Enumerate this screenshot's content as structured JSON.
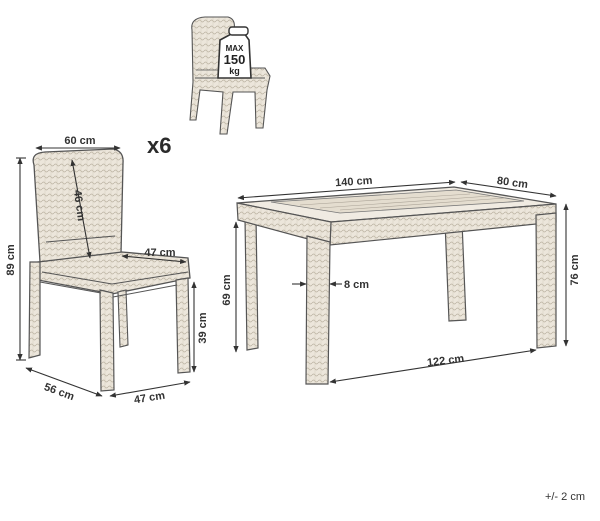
{
  "colors": {
    "outline": "#555555",
    "rattan": "#e9e3d8",
    "rattan_dark": "#cfc6b6",
    "dimension": "#333333"
  },
  "badge": {
    "line1": "MAX",
    "line2": "150",
    "line3": "kg"
  },
  "quantity": "x6",
  "chair_dims": {
    "top_width": "60 cm",
    "backrest_height": "46 cm",
    "total_height": "89 cm",
    "seat_depth": "47 cm",
    "seat_height": "39 cm",
    "base_depth": "56 cm",
    "base_width": "47 cm"
  },
  "table_dims": {
    "length": "140 cm",
    "width": "80 cm",
    "height": "76 cm",
    "leg_height": "69 cm",
    "leg_width": "8 cm",
    "leg_span": "122 cm"
  },
  "tolerance": "+/- 2 cm"
}
